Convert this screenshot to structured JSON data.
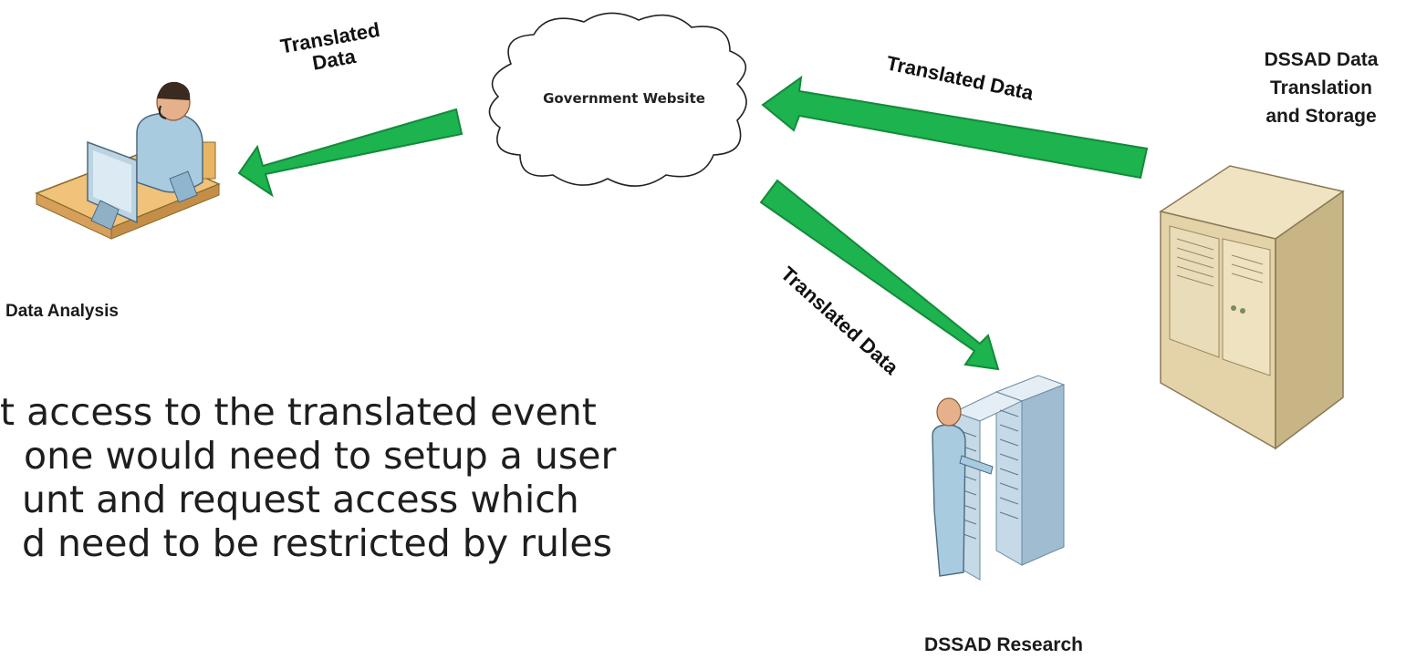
{
  "colors": {
    "arrow": "#1db34f",
    "arrow_edge": "#138a3a",
    "server": "#e6d7b0",
    "person": "#a9cbe0"
  },
  "icons": [
    "analyst-workstation-icon",
    "cloud-icon",
    "server-tower-icon",
    "research-person-rack-icon"
  ],
  "nodes": {
    "government_website": "Government Website",
    "data_analysis": "Data Analysis",
    "dssad_storage": [
      "DSSAD Data",
      "Translation",
      "and  Storage"
    ],
    "dssad_research": "DSSAD Research"
  },
  "arrows": {
    "cloud_to_analyst": [
      "Translated",
      "Data"
    ],
    "server_to_cloud": "Translated Data",
    "cloud_to_research": "Translated Data"
  },
  "body_text": [
    "t access to the translated event",
    "one would need to setup a user",
    "unt and request access which",
    "d need to be restricted by rules"
  ]
}
